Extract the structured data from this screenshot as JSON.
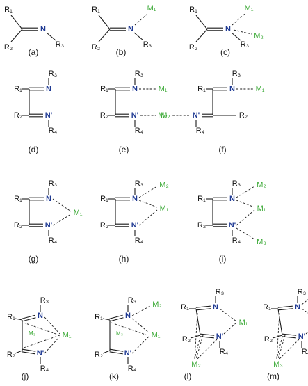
{
  "colors": {
    "bond": "#1a1a1a",
    "nitrogen": "#1f3a93",
    "metal": "#3aa935",
    "label": "#111111"
  },
  "atoms": {
    "R1": "R₁",
    "R2": "R₂",
    "R3": "R₃",
    "R4": "R₄",
    "N": "N",
    "N_prime": "N'",
    "M1": "M₁",
    "M2": "M₂",
    "M3": "M₃"
  },
  "structures": [
    {
      "id": "a",
      "caption": "(a)"
    },
    {
      "id": "b",
      "caption": "(b)"
    },
    {
      "id": "c",
      "caption": "(c)"
    },
    {
      "id": "d",
      "caption": "(d)"
    },
    {
      "id": "e",
      "caption": "(e)"
    },
    {
      "id": "f",
      "caption": "(f)"
    },
    {
      "id": "g",
      "caption": "(g)"
    },
    {
      "id": "h",
      "caption": "(h)"
    },
    {
      "id": "i",
      "caption": "(i)"
    },
    {
      "id": "j",
      "caption": "(j)"
    },
    {
      "id": "k",
      "caption": "(k)"
    },
    {
      "id": "l",
      "caption": "(l)"
    },
    {
      "id": "m",
      "caption": "(m)"
    }
  ]
}
